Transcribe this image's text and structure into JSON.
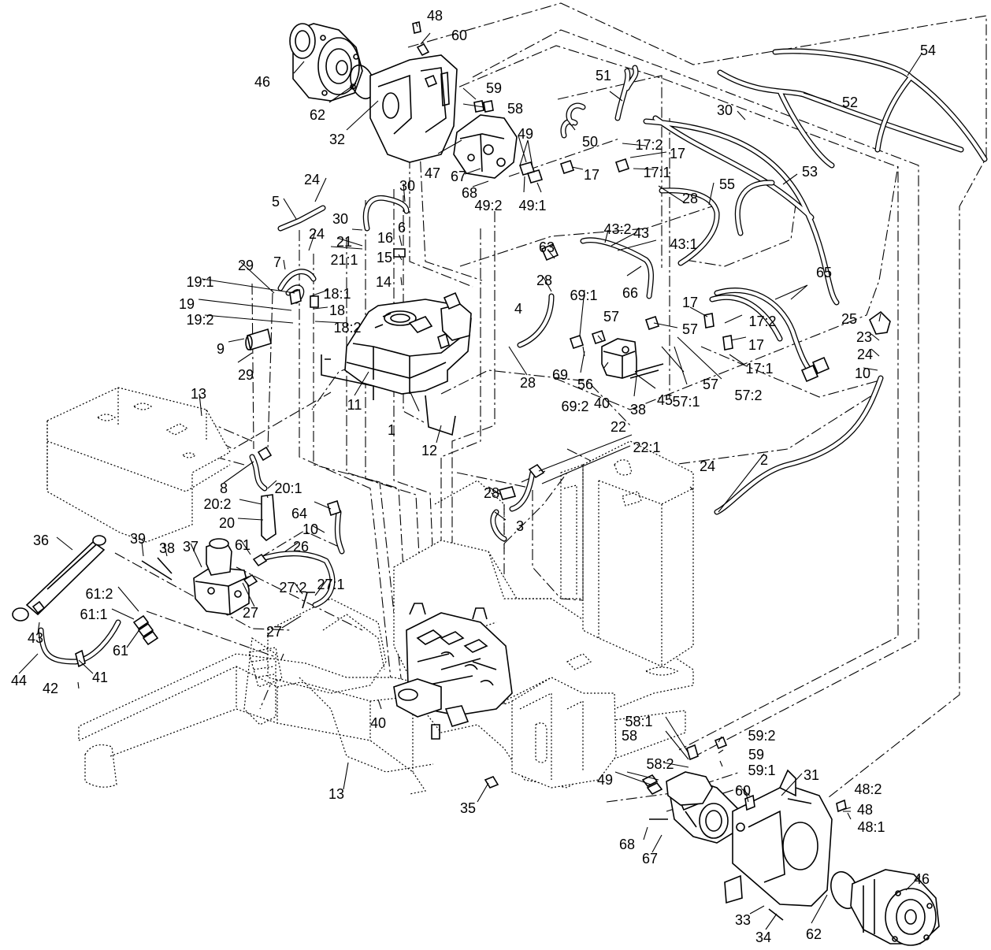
{
  "callouts": [
    {
      "id": "c1",
      "text": "1"
    },
    {
      "id": "c2",
      "text": "2"
    },
    {
      "id": "c3",
      "text": "3"
    },
    {
      "id": "c4",
      "text": "4"
    },
    {
      "id": "c5",
      "text": "5"
    },
    {
      "id": "c6",
      "text": "6"
    },
    {
      "id": "c7",
      "text": "7"
    },
    {
      "id": "c8",
      "text": "8"
    },
    {
      "id": "c9",
      "text": "9"
    },
    {
      "id": "c10a",
      "text": "10"
    },
    {
      "id": "c10b",
      "text": "10"
    },
    {
      "id": "c11",
      "text": "11"
    },
    {
      "id": "c12",
      "text": "12"
    },
    {
      "id": "c13a",
      "text": "13"
    },
    {
      "id": "c13b",
      "text": "13"
    },
    {
      "id": "c14",
      "text": "14"
    },
    {
      "id": "c15",
      "text": "15"
    },
    {
      "id": "c16",
      "text": "16"
    },
    {
      "id": "c17a",
      "text": "17"
    },
    {
      "id": "c17b",
      "text": "17"
    },
    {
      "id": "c17c",
      "text": "17"
    },
    {
      "id": "c17d",
      "text": "17"
    },
    {
      "id": "c17_1a",
      "text": "17:1"
    },
    {
      "id": "c17_1b",
      "text": "17:1"
    },
    {
      "id": "c17_2a",
      "text": "17:2"
    },
    {
      "id": "c17_2b",
      "text": "17:2"
    },
    {
      "id": "c18",
      "text": "18"
    },
    {
      "id": "c18_1",
      "text": "18:1"
    },
    {
      "id": "c18_2",
      "text": "18:2"
    },
    {
      "id": "c19",
      "text": "19"
    },
    {
      "id": "c19_1",
      "text": "19:1"
    },
    {
      "id": "c19_2",
      "text": "19:2"
    },
    {
      "id": "c20",
      "text": "20"
    },
    {
      "id": "c20_1",
      "text": "20:1"
    },
    {
      "id": "c20_2",
      "text": "20:2"
    },
    {
      "id": "c21",
      "text": "21"
    },
    {
      "id": "c21_1",
      "text": "21:1"
    },
    {
      "id": "c22",
      "text": "22"
    },
    {
      "id": "c22_1",
      "text": "22:1"
    },
    {
      "id": "c23",
      "text": "23"
    },
    {
      "id": "c24a",
      "text": "24"
    },
    {
      "id": "c24b",
      "text": "24"
    },
    {
      "id": "c24c",
      "text": "24"
    },
    {
      "id": "c24d",
      "text": "24"
    },
    {
      "id": "c25",
      "text": "25"
    },
    {
      "id": "c26",
      "text": "26"
    },
    {
      "id": "c27a",
      "text": "27"
    },
    {
      "id": "c27b",
      "text": "27"
    },
    {
      "id": "c27_1",
      "text": "27:1"
    },
    {
      "id": "c27_2",
      "text": "27:2"
    },
    {
      "id": "c28a",
      "text": "28"
    },
    {
      "id": "c28b",
      "text": "28"
    },
    {
      "id": "c28c",
      "text": "28"
    },
    {
      "id": "c28d",
      "text": "28"
    },
    {
      "id": "c29a",
      "text": "29"
    },
    {
      "id": "c29b",
      "text": "29"
    },
    {
      "id": "c30a",
      "text": "30"
    },
    {
      "id": "c30b",
      "text": "30"
    },
    {
      "id": "c30c",
      "text": "30"
    },
    {
      "id": "c31",
      "text": "31"
    },
    {
      "id": "c32",
      "text": "32"
    },
    {
      "id": "c33",
      "text": "33"
    },
    {
      "id": "c34",
      "text": "34"
    },
    {
      "id": "c35",
      "text": "35"
    },
    {
      "id": "c36",
      "text": "36"
    },
    {
      "id": "c37",
      "text": "37"
    },
    {
      "id": "c38a",
      "text": "38"
    },
    {
      "id": "c38b",
      "text": "38"
    },
    {
      "id": "c39",
      "text": "39"
    },
    {
      "id": "c40a",
      "text": "40"
    },
    {
      "id": "c40b",
      "text": "40"
    },
    {
      "id": "c41",
      "text": "41"
    },
    {
      "id": "c42",
      "text": "42"
    },
    {
      "id": "c43a",
      "text": "43"
    },
    {
      "id": "c43b",
      "text": "43"
    },
    {
      "id": "c43_1",
      "text": "43:1"
    },
    {
      "id": "c43_2",
      "text": "43:2"
    },
    {
      "id": "c44",
      "text": "44"
    },
    {
      "id": "c45",
      "text": "45"
    },
    {
      "id": "c46a",
      "text": "46"
    },
    {
      "id": "c46b",
      "text": "46"
    },
    {
      "id": "c47",
      "text": "47"
    },
    {
      "id": "c48a",
      "text": "48"
    },
    {
      "id": "c48b",
      "text": "48"
    },
    {
      "id": "c48_1",
      "text": "48:1"
    },
    {
      "id": "c48_2",
      "text": "48:2"
    },
    {
      "id": "c49a",
      "text": "49"
    },
    {
      "id": "c49b",
      "text": "49"
    },
    {
      "id": "c49_1",
      "text": "49:1"
    },
    {
      "id": "c49_2",
      "text": "49:2"
    },
    {
      "id": "c50",
      "text": "50"
    },
    {
      "id": "c51",
      "text": "51"
    },
    {
      "id": "c52",
      "text": "52"
    },
    {
      "id": "c53",
      "text": "53"
    },
    {
      "id": "c54",
      "text": "54"
    },
    {
      "id": "c55",
      "text": "55"
    },
    {
      "id": "c56",
      "text": "56"
    },
    {
      "id": "c57a",
      "text": "57"
    },
    {
      "id": "c57b",
      "text": "57"
    },
    {
      "id": "c57c",
      "text": "57"
    },
    {
      "id": "c57_1",
      "text": "57:1"
    },
    {
      "id": "c57_2",
      "text": "57:2"
    },
    {
      "id": "c58a",
      "text": "58"
    },
    {
      "id": "c58b",
      "text": "58"
    },
    {
      "id": "c58_1",
      "text": "58:1"
    },
    {
      "id": "c58_2",
      "text": "58:2"
    },
    {
      "id": "c59a",
      "text": "59"
    },
    {
      "id": "c59b",
      "text": "59"
    },
    {
      "id": "c59_1",
      "text": "59:1"
    },
    {
      "id": "c59_2",
      "text": "59:2"
    },
    {
      "id": "c60a",
      "text": "60"
    },
    {
      "id": "c60b",
      "text": "60"
    },
    {
      "id": "c61a",
      "text": "61"
    },
    {
      "id": "c61b",
      "text": "61"
    },
    {
      "id": "c61_1",
      "text": "61:1"
    },
    {
      "id": "c61_2",
      "text": "61:2"
    },
    {
      "id": "c62a",
      "text": "62"
    },
    {
      "id": "c62b",
      "text": "62"
    },
    {
      "id": "c63",
      "text": "63"
    },
    {
      "id": "c64",
      "text": "64"
    },
    {
      "id": "c65",
      "text": "65"
    },
    {
      "id": "c66",
      "text": "66"
    },
    {
      "id": "c67a",
      "text": "67"
    },
    {
      "id": "c67b",
      "text": "67"
    },
    {
      "id": "c68a",
      "text": "68"
    },
    {
      "id": "c68b",
      "text": "68"
    },
    {
      "id": "c69",
      "text": "69"
    },
    {
      "id": "c69_1",
      "text": "69:1"
    },
    {
      "id": "c69_2",
      "text": "69:2"
    }
  ]
}
